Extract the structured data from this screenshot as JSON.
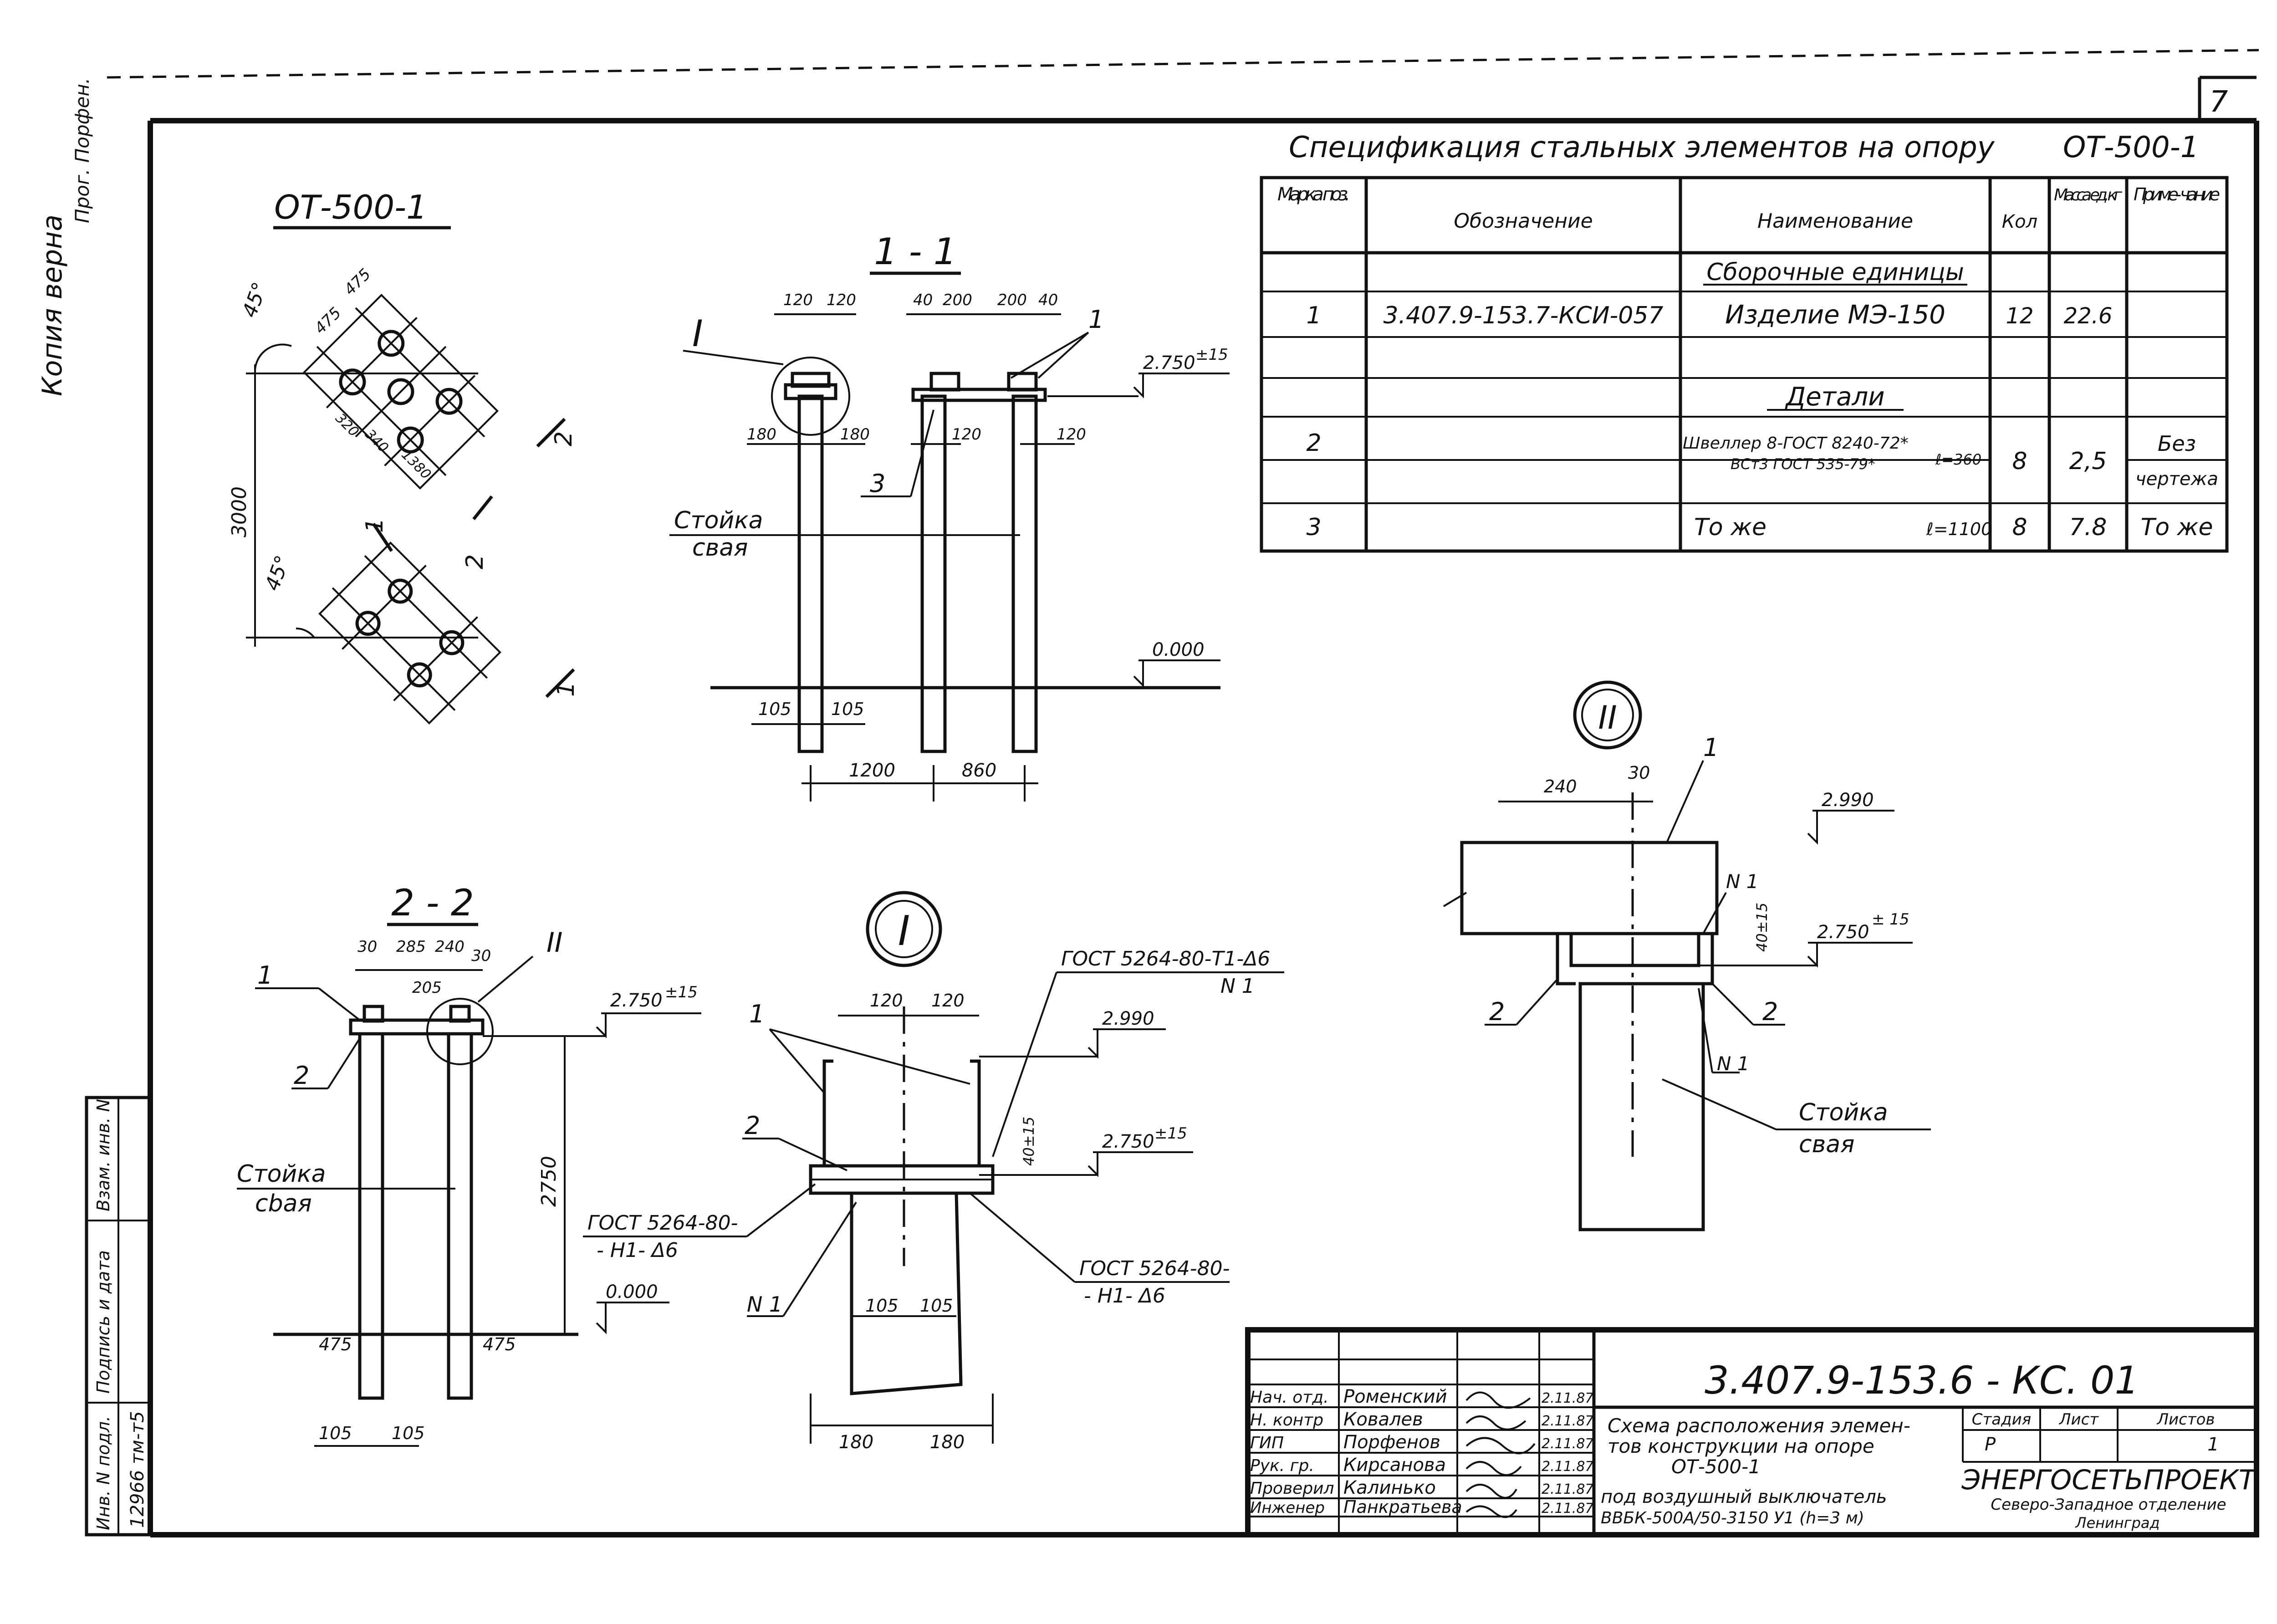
{
  "sheet_number": "7",
  "margin_stamp": {
    "certified_copy": "Копия верна",
    "signature": "Прог. Порфен."
  },
  "drawing_title": "ОТ-500-1",
  "sections": {
    "s11": "1 - 1",
    "s22": "2 - 2",
    "detail_I": "I",
    "detail_II": "II"
  },
  "plan": {
    "angle1": "45°",
    "angle2": "45°",
    "dim_3000": "3000",
    "dims_top": [
      "475",
      "475",
      "320",
      "340",
      "1380"
    ],
    "cut1": "1",
    "cut2": "2"
  },
  "section_1_1": {
    "dims_top": [
      "120",
      "120",
      "40",
      "200",
      "200",
      "40"
    ],
    "dims_side": [
      "180",
      "180",
      "120",
      "120"
    ],
    "elev_top": "2.750",
    "elev_top_tol": "±15",
    "elev_ground": "0.000",
    "label_callout_I": "I",
    "pos_1": "1",
    "pos_3": "3",
    "pile_label_1": "Стойка",
    "pile_label_2": "свая",
    "dims_bottom_small": [
      "105",
      "105"
    ],
    "dims_bottom": [
      "1200",
      "860"
    ]
  },
  "section_2_2": {
    "dims_top": [
      "30",
      "285",
      "240",
      "30",
      "205"
    ],
    "pos_1": "1",
    "pos_2": "2",
    "callout_II": "II",
    "elev_top": "2.750",
    "elev_top_tol": "±15",
    "elev_ground": "0.000",
    "dim_height": "2750",
    "pile_label_1": "Стойка",
    "pile_label_2": "сbая",
    "dims_ground": [
      "475",
      "475"
    ],
    "dims_bottom": [
      "105",
      "105"
    ]
  },
  "detail_I": {
    "weld_top": "ГОСТ 5264-80-Т1-Δ6",
    "weld_top_n": "N 1",
    "dims_top": [
      "120",
      "120"
    ],
    "elev_top": "2.990",
    "elev_mid": "2.750",
    "elev_mid_tol": "±15",
    "dim_40": "40±15",
    "pos_1": "1",
    "pos_2": "2",
    "weld_left_1": "ГОСТ 5264-80-",
    "weld_left_2": "- Н1- Δ6",
    "weld_right_1": "ГОСТ 5264-80-",
    "weld_right_2": "- Н1- Δ6",
    "n1": "N 1",
    "dims_inner": [
      "105",
      "105"
    ],
    "dims_bottom": [
      "180",
      "180"
    ]
  },
  "detail_II": {
    "dims_top": [
      "240",
      "30"
    ],
    "pos_1": "1",
    "elev_top": "2.990",
    "n1_top": "N 1",
    "elev_mid": "2.750",
    "elev_mid_tol": "± 15",
    "dim_40": "40±15",
    "pos_2_left": "2",
    "pos_2_right": "2",
    "n1_bottom": "N 1",
    "pile_label_1": "Стойка",
    "pile_label_2": "свая"
  },
  "spec": {
    "title": "Спецификация стальных элементов на опору",
    "title_code": "ОТ-500-1",
    "headers": [
      "Марка поз.",
      "Обозначение",
      "Наименование",
      "Кол",
      "Масса ед. кг",
      "Приме- чание"
    ],
    "group_1": "Сборочные единицы",
    "row_1": {
      "pos": "1",
      "designation": "3.407.9-153.7-КСИ-057",
      "name": "Изделие  МЭ-150",
      "qty": "12",
      "mass": "22.6",
      "note": ""
    },
    "group_2": "Детали",
    "row_2": {
      "pos": "2",
      "designation": "",
      "name_1": "Швеллер 8-ГОСТ 8240-72*",
      "name_2": "ВСт3 ГОСТ 535-79*",
      "length": "ℓ=360",
      "qty": "8",
      "mass": "2,5",
      "note_1": "Без",
      "note_2": "чертежа"
    },
    "row_3": {
      "pos": "3",
      "designation": "",
      "name": "То же",
      "length": "ℓ=1100",
      "qty": "8",
      "mass": "7.8",
      "note": "То же"
    }
  },
  "title_block": {
    "code": "3.407.9-153.6 - КС. 01",
    "roles": [
      "Нач. отд.",
      "Н. контр",
      "ГИП",
      "Рук. гр.",
      "Проверил",
      "Инженер"
    ],
    "names": [
      "Роменский",
      "Ковалев",
      "Порфенов",
      "Кирсанова",
      "Калинько",
      "Панкратьева"
    ],
    "dates": [
      "2.11.87",
      "2.11.87",
      "2.11.87",
      "2.11.87",
      "2.11.87",
      "2.11.87"
    ],
    "description": [
      "Схема расположения элемен-",
      "тов конструкции на опоре",
      "ОТ-500-1",
      "под воздушный выключатель",
      "ВВБК-500А/50-3150 У1 (h=3 м)"
    ],
    "stage_label": "Стадия",
    "sheet_label": "Лист",
    "sheets_label": "Листов",
    "stage": "Р",
    "sheet": "",
    "sheets": "1",
    "org_1": "ЭНЕРГОСЕТЬПРОЕКТ",
    "org_2": "Северо-Западное отделение",
    "org_3": "Ленинград"
  },
  "side_stamp": {
    "labels": [
      "Инв. N подл.",
      "Подпись и дата",
      "Взам. инв. N"
    ],
    "inv_value": "12966 тм-т5"
  }
}
